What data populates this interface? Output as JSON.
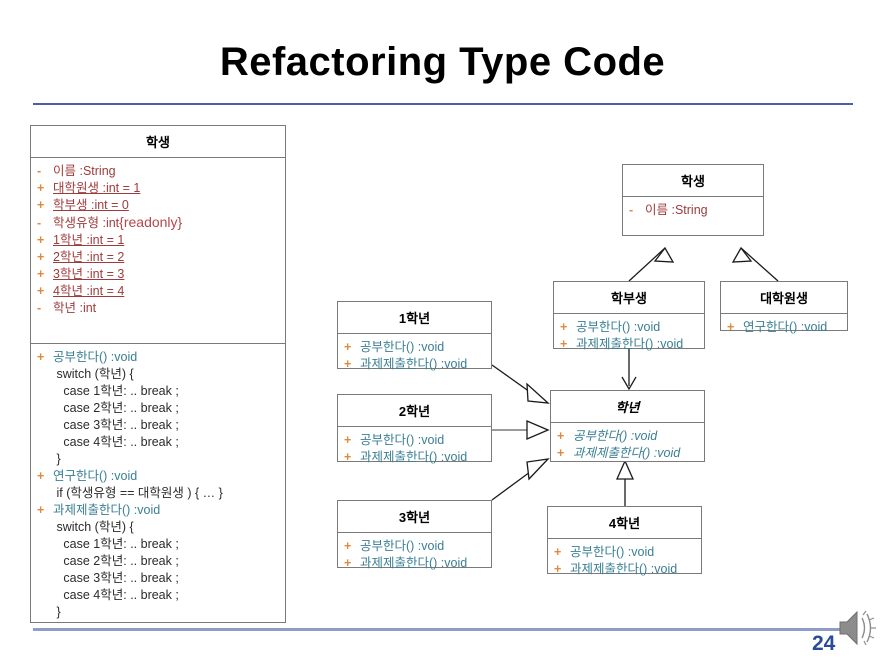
{
  "slide": {
    "title": "Refactoring Type Code",
    "page_number": "24",
    "rule_color": "#4a5fa5",
    "footer_rule_color": "#8d9cc8",
    "page_number_color": "#2b4a9b"
  },
  "colors": {
    "attribute_text": "#9e3b3b",
    "method_text": "#3a7f94",
    "visibility_marker": "#e08a3c",
    "code_text": "#2b2b2b",
    "box_border": "#7a7a7a"
  },
  "icons": {
    "speaker": "speaker-icon"
  },
  "before_class": {
    "name": "학생",
    "attributes": [
      {
        "vis": "-",
        "text": "이름  :String",
        "static": false,
        "suffix": ""
      },
      {
        "vis": "+",
        "text": "대학원생  :int = 1",
        "static": true,
        "suffix": ""
      },
      {
        "vis": "+",
        "text": "학부생  :int = 0",
        "static": true,
        "suffix": ""
      },
      {
        "vis": "-",
        "text": "학생유형  :int",
        "static": false,
        "suffix": "{readonly}"
      },
      {
        "vis": "+",
        "text": "1학년  :int = 1",
        "static": true,
        "suffix": ""
      },
      {
        "vis": "+",
        "text": "2학년  :int = 2",
        "static": true,
        "suffix": ""
      },
      {
        "vis": "+",
        "text": "3학년  :int = 3",
        "static": true,
        "suffix": ""
      },
      {
        "vis": "+",
        "text": "4학년  :int = 4",
        "static": true,
        "suffix": ""
      },
      {
        "vis": "-",
        "text": "학년  :int",
        "static": false,
        "suffix": ""
      }
    ],
    "operations": [
      {
        "kind": "sig",
        "vis": "+",
        "text": "공부한다()  :void"
      },
      {
        "kind": "code",
        "text": " switch (학년) {"
      },
      {
        "kind": "code",
        "text": "   case 1학년: .. break ;"
      },
      {
        "kind": "code",
        "text": "   case 2학년: .. break ;"
      },
      {
        "kind": "code",
        "text": "   case 3학년: .. break ;"
      },
      {
        "kind": "code",
        "text": "   case 4학년: .. break ;"
      },
      {
        "kind": "code",
        "text": " }"
      },
      {
        "kind": "sig",
        "vis": "+",
        "text": "연구한다()  :void"
      },
      {
        "kind": "code",
        "text": " if (학생유형 == 대학원생 ) { … }"
      },
      {
        "kind": "sig",
        "vis": "+",
        "text": "과제제출한다()  :void"
      },
      {
        "kind": "code",
        "text": " switch (학년) {"
      },
      {
        "kind": "code",
        "text": "   case 1학년: .. break ;"
      },
      {
        "kind": "code",
        "text": "   case 2학년: .. break ;"
      },
      {
        "kind": "code",
        "text": "   case 3학년: .. break ;"
      },
      {
        "kind": "code",
        "text": "   case 4학년: .. break ;"
      },
      {
        "kind": "code",
        "text": " }"
      }
    ]
  },
  "diagram": {
    "student": {
      "name": "학생",
      "abstract": false,
      "members": [
        {
          "vis": "-",
          "text": "이름  :String",
          "style": "attr"
        }
      ]
    },
    "undergrad": {
      "name": "학부생",
      "abstract": false,
      "members": [
        {
          "vis": "+",
          "text": "공부한다()  :void",
          "style": "method"
        },
        {
          "vis": "+",
          "text": "과제제출한다()  :void",
          "style": "method"
        }
      ]
    },
    "grad": {
      "name": "대학원생",
      "abstract": false,
      "members": [
        {
          "vis": "+",
          "text": "연구한다()  :void",
          "style": "method"
        }
      ]
    },
    "grade": {
      "name": "학년",
      "abstract": true,
      "members": [
        {
          "vis": "+",
          "text": "공부한다()  :void",
          "style": "method-abstract"
        },
        {
          "vis": "+",
          "text": "과제제출한다()  :void",
          "style": "method-abstract"
        }
      ]
    },
    "year1": {
      "name": "1학년",
      "abstract": false,
      "members": [
        {
          "vis": "+",
          "text": "공부한다()  :void",
          "style": "method"
        },
        {
          "vis": "+",
          "text": "과제제출한다()  :void",
          "style": "method"
        }
      ]
    },
    "year2": {
      "name": "2학년",
      "abstract": false,
      "members": [
        {
          "vis": "+",
          "text": "공부한다()  :void",
          "style": "method"
        },
        {
          "vis": "+",
          "text": "과제제출한다()  :void",
          "style": "method"
        }
      ]
    },
    "year3": {
      "name": "3학년",
      "abstract": false,
      "members": [
        {
          "vis": "+",
          "text": "공부한다()  :void",
          "style": "method"
        },
        {
          "vis": "+",
          "text": "과제제출한다()  :void",
          "style": "method"
        }
      ]
    },
    "year4": {
      "name": "4학년",
      "abstract": false,
      "members": [
        {
          "vis": "+",
          "text": "공부한다()  :void",
          "style": "method"
        },
        {
          "vis": "+",
          "text": "과제제출한다()  :void",
          "style": "method"
        }
      ]
    },
    "relations": [
      {
        "from": "학부생",
        "to": "학생",
        "type": "generalization"
      },
      {
        "from": "대학원생",
        "to": "학생",
        "type": "generalization"
      },
      {
        "from": "1학년",
        "to": "학년",
        "type": "generalization"
      },
      {
        "from": "2학년",
        "to": "학년",
        "type": "generalization"
      },
      {
        "from": "3학년",
        "to": "학년",
        "type": "generalization"
      },
      {
        "from": "4학년",
        "to": "학년",
        "type": "generalization"
      },
      {
        "from": "학부생",
        "to": "학년",
        "type": "association"
      }
    ]
  }
}
